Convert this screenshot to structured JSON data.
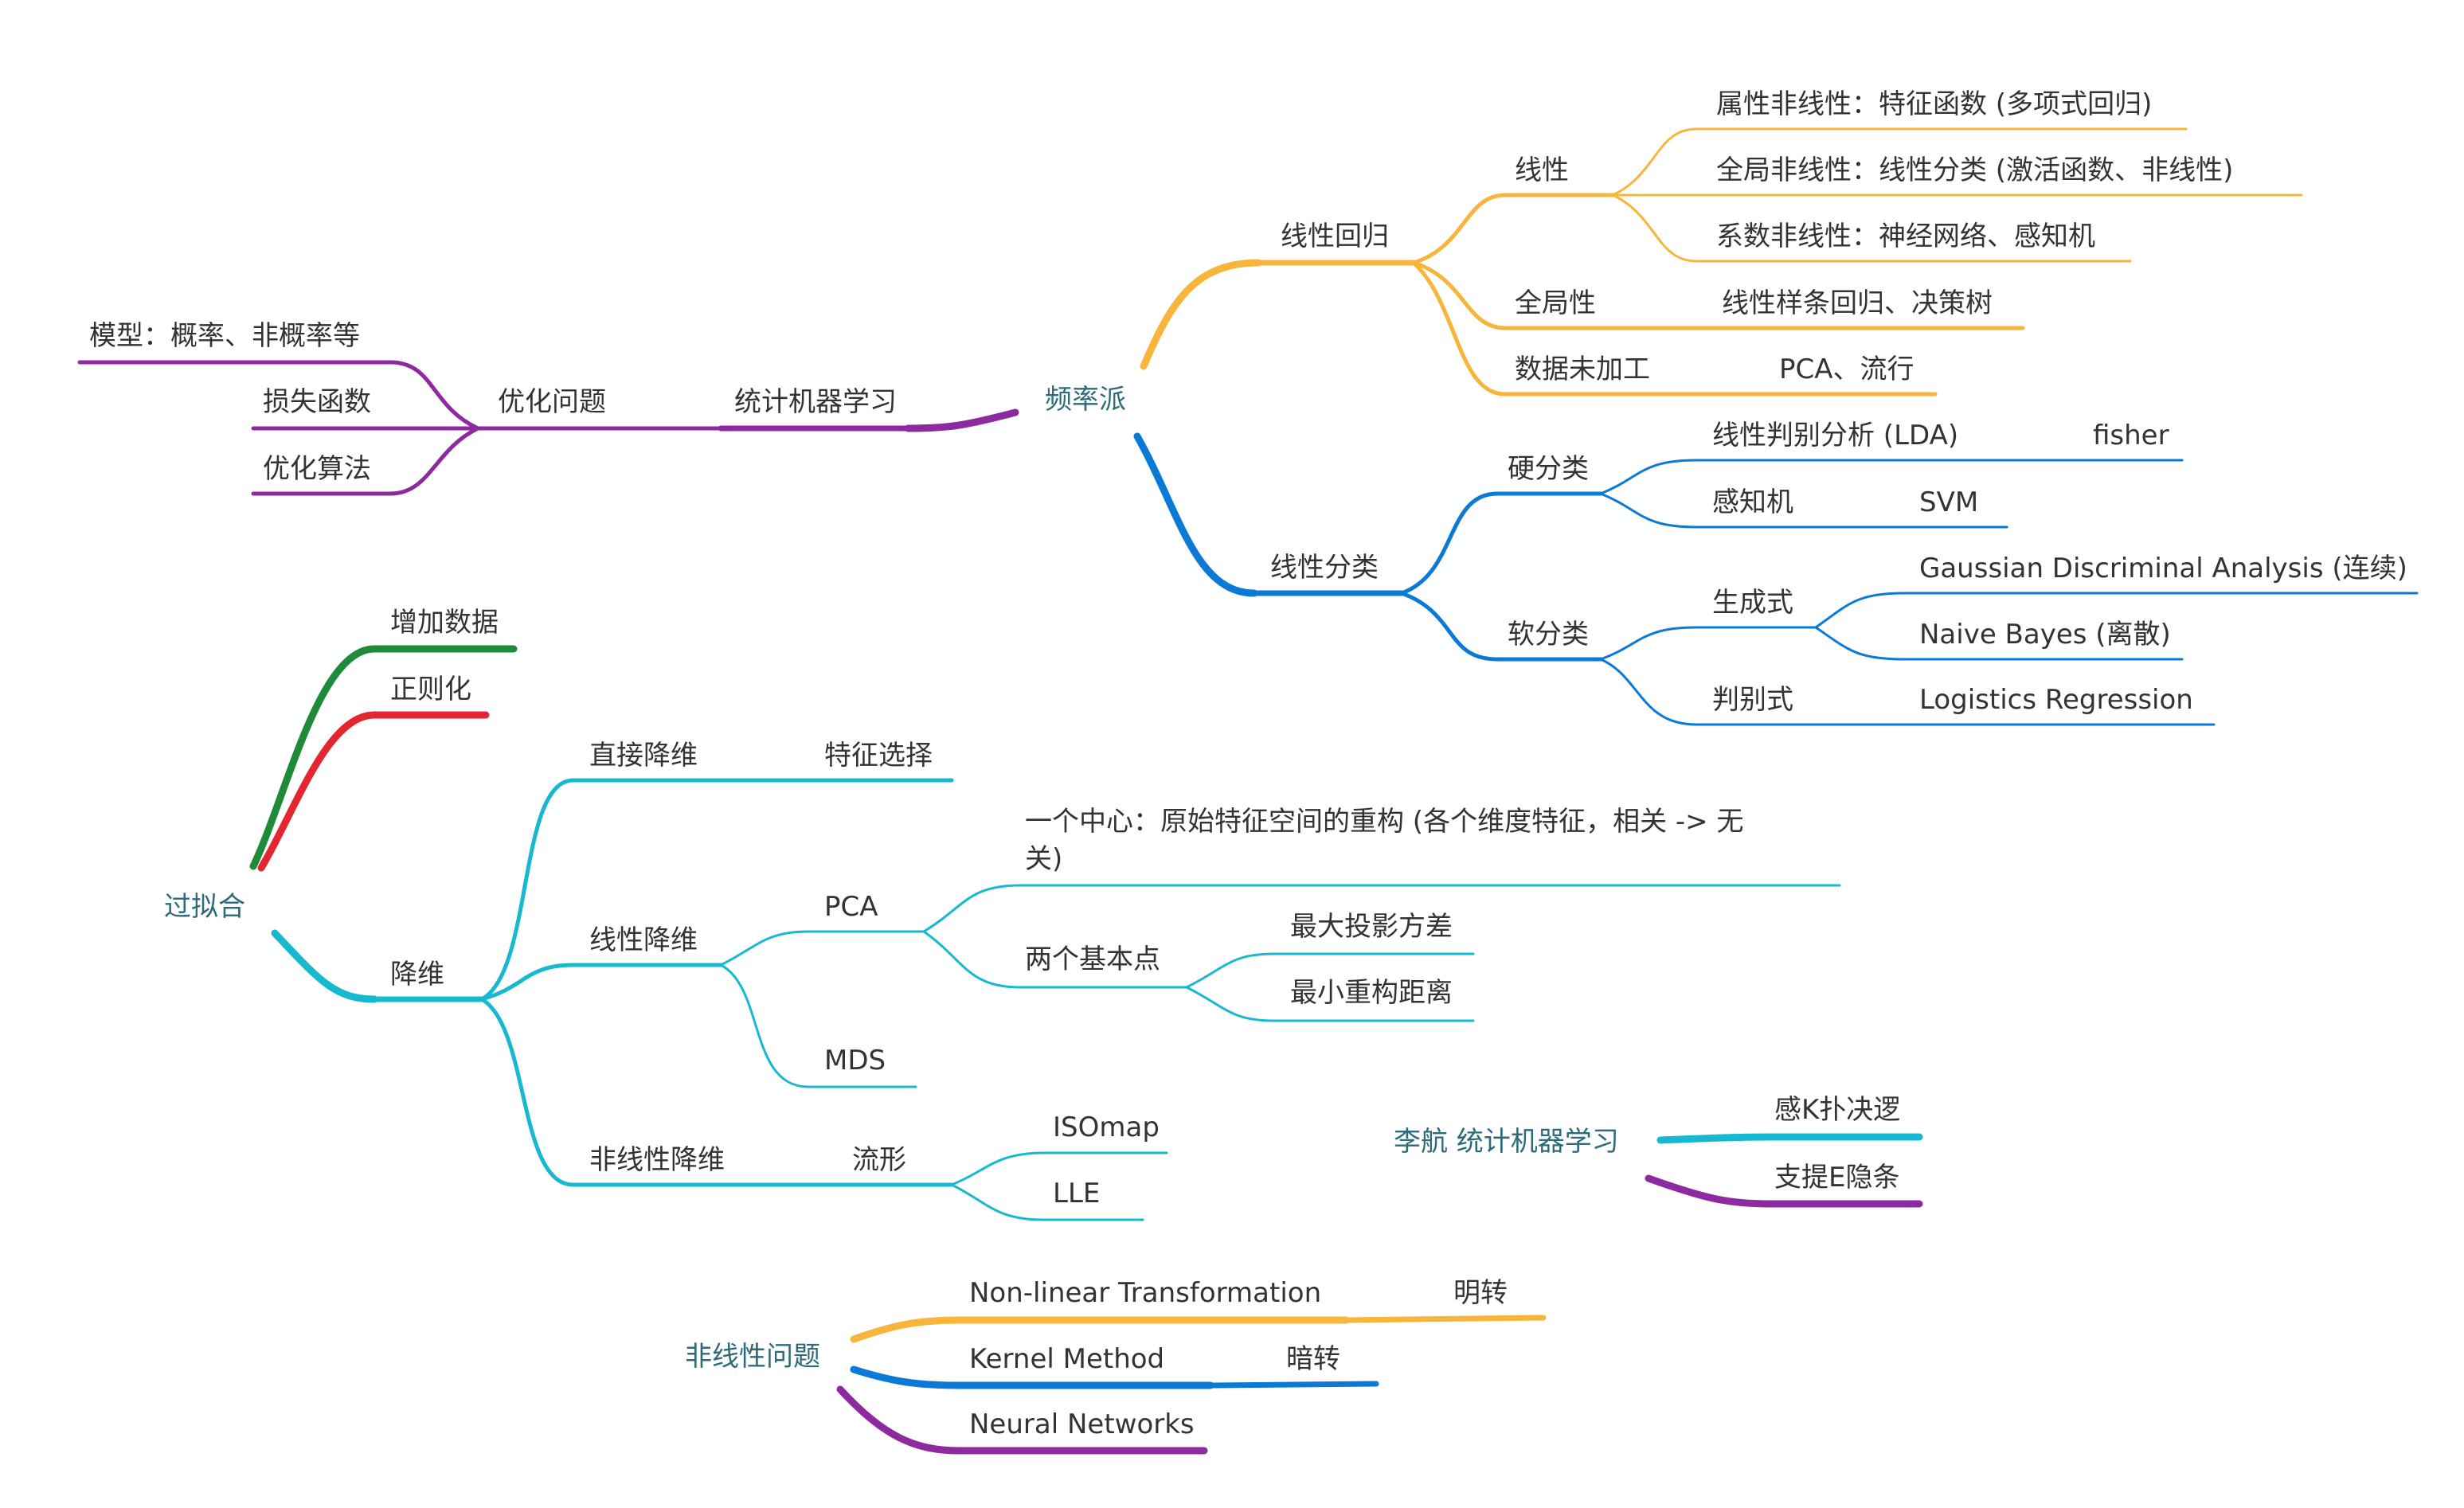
{
  "colors": {
    "orange": "#f7b53b",
    "blue": "#0a7ad6",
    "purple": "#8e2aa0",
    "cyan": "#16b9cf",
    "green": "#1e8a3a",
    "red": "#e3262f",
    "text": "#333333",
    "root_text": "#2e6b7a"
  },
  "roots": {
    "frequentist": "频率派",
    "overfitting": "过拟合",
    "lihang": "李航 统计机器学习",
    "nonlinear_problem": "非线性问题"
  },
  "frequentist": {
    "linear_regression": {
      "label": "线性回归",
      "linear": {
        "label": "线性",
        "attribute_nonlinear": "属性非线性：特征函数 (多项式回归)",
        "global_nonlinear": "全局非线性：线性分类 (激活函数、非线性)",
        "coefficient_nonlinear": "系数非线性：神经网络、感知机"
      },
      "global": {
        "label": "全局性",
        "child": "线性样条回归、决策树"
      },
      "raw_data": {
        "label": "数据未加工",
        "child": "PCA、流行"
      }
    },
    "linear_classification": {
      "label": "线性分类",
      "hard": {
        "label": "硬分类",
        "lda": {
          "label": "线性判别分析 (LDA)",
          "child": "fisher"
        },
        "perceptron": {
          "label": "感知机",
          "child": "SVM"
        }
      },
      "soft": {
        "label": "软分类",
        "generative": {
          "label": "生成式",
          "gda": "Gaussian Discriminal Analysis (连续)",
          "naive_bayes": "Naive Bayes (离散)"
        },
        "discriminative": {
          "label": "判别式",
          "child": "Logistics Regression"
        }
      }
    },
    "statistical_ml": {
      "label": "统计机器学习",
      "optimization": {
        "label": "优化问题",
        "model": "模型：概率、非概率等",
        "loss": "损失函数",
        "algorithm": "优化算法"
      }
    }
  },
  "overfitting": {
    "more_data": "增加数据",
    "regularization": "正则化",
    "dim_reduction": {
      "label": "降维",
      "direct": {
        "label": "直接降维",
        "child": "特征选择"
      },
      "linear": {
        "label": "线性降维",
        "pca": {
          "label": "PCA",
          "one_center_line1": "一个中心：原始特征空间的重构 (各个维度特征，相关 -> 无",
          "one_center_line2": "关)",
          "two_points": {
            "label": "两个基本点",
            "max_var": "最大投影方差",
            "min_recon": "最小重构距离"
          }
        },
        "mds": "MDS"
      },
      "nonlinear": {
        "label": "非线性降维",
        "manifold": {
          "label": "流形",
          "isomap": "ISOmap",
          "lle": "LLE"
        }
      }
    }
  },
  "lihang": {
    "mnemonic1": "感K扑决逻",
    "mnemonic2": "支提E隐条"
  },
  "nonlinear_problem": {
    "transformation": {
      "label": "Non-linear Transformation",
      "child": "明转"
    },
    "kernel": {
      "label": "Kernel Method",
      "child": "暗转"
    },
    "neural": "Neural Networks"
  }
}
